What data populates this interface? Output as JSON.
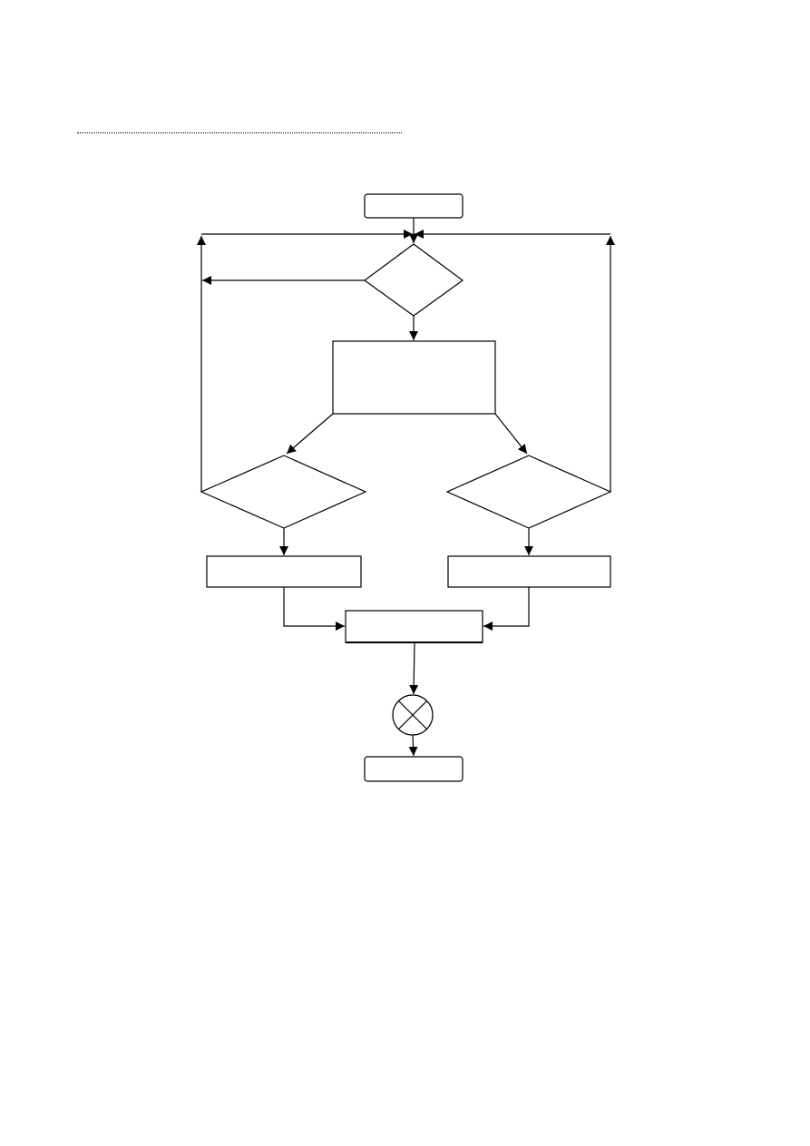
{
  "diagram": {
    "line_color": "#000000",
    "fill_color": "#ffffff",
    "nodes": [
      {
        "id": "start",
        "shape": "rounded-rect",
        "label": ""
      },
      {
        "id": "decision-top",
        "shape": "diamond",
        "label": ""
      },
      {
        "id": "process-main",
        "shape": "rect",
        "label": ""
      },
      {
        "id": "decision-left",
        "shape": "diamond",
        "label": ""
      },
      {
        "id": "decision-right",
        "shape": "diamond",
        "label": ""
      },
      {
        "id": "process-left",
        "shape": "rect",
        "label": ""
      },
      {
        "id": "process-right",
        "shape": "rect",
        "label": ""
      },
      {
        "id": "merge-process",
        "shape": "rect",
        "label": ""
      },
      {
        "id": "junction",
        "shape": "summing-junction",
        "label": ""
      },
      {
        "id": "end",
        "shape": "rounded-rect",
        "label": ""
      }
    ],
    "edges": [
      {
        "from": "start",
        "to": "decision-top"
      },
      {
        "from": "decision-top",
        "to": "process-main"
      },
      {
        "from": "decision-top",
        "to": "left-loop"
      },
      {
        "from": "process-main",
        "to": "decision-left"
      },
      {
        "from": "process-main",
        "to": "decision-right"
      },
      {
        "from": "decision-left",
        "to": "process-left"
      },
      {
        "from": "decision-right",
        "to": "process-right"
      },
      {
        "from": "decision-left",
        "to": "decision-top"
      },
      {
        "from": "decision-right",
        "to": "decision-top"
      },
      {
        "from": "process-left",
        "to": "merge-process"
      },
      {
        "from": "process-right",
        "to": "merge-process"
      },
      {
        "from": "merge-process",
        "to": "junction"
      },
      {
        "from": "junction",
        "to": "end"
      }
    ]
  }
}
